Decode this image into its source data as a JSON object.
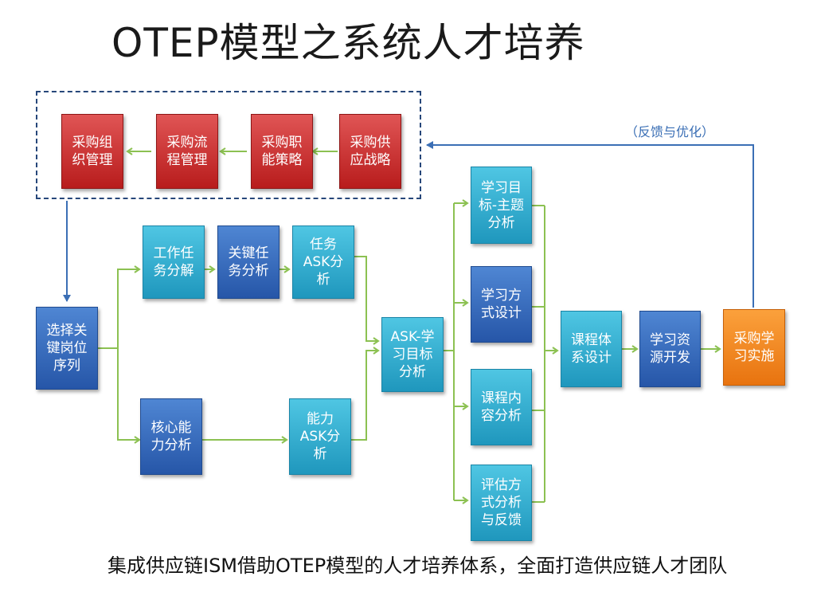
{
  "title": "OTEP模型之系统人才培养",
  "footer": "集成供应链ISM借助OTEP模型的人才培养体系，全面打造供应链人才团队",
  "feedback_label": "（反馈与优化）",
  "colors": {
    "red": "#c0282a",
    "blue": "#2e63b4",
    "teal": "#2bb0d4",
    "orange": "#f08a1c",
    "green_connector": "#8cc152",
    "blue_connector": "#3b6fb5"
  },
  "nodes": {
    "proc_org": "采购组织管理",
    "proc_flow": "采购流程管理",
    "proc_func": "采购职能策略",
    "proc_supply": "采购供应战略",
    "select_post": "选择关键岗位序列",
    "work_task": "工作任务分解",
    "key_task": "关键任务分析",
    "task_ask": "任务ASK分析",
    "core_ability": "核心能力分析",
    "ability_ask": "能力ASK分析",
    "ask_goal": "ASK-学习目标分析",
    "goal_topic": "学习目标-主题分析",
    "learn_method": "学习方式设计",
    "course_content": "课程内容分析",
    "eval_method": "评估方式分析与反馈",
    "course_system": "课程体系设计",
    "learn_resource": "学习资源开发",
    "proc_learning": "采购学习实施"
  }
}
